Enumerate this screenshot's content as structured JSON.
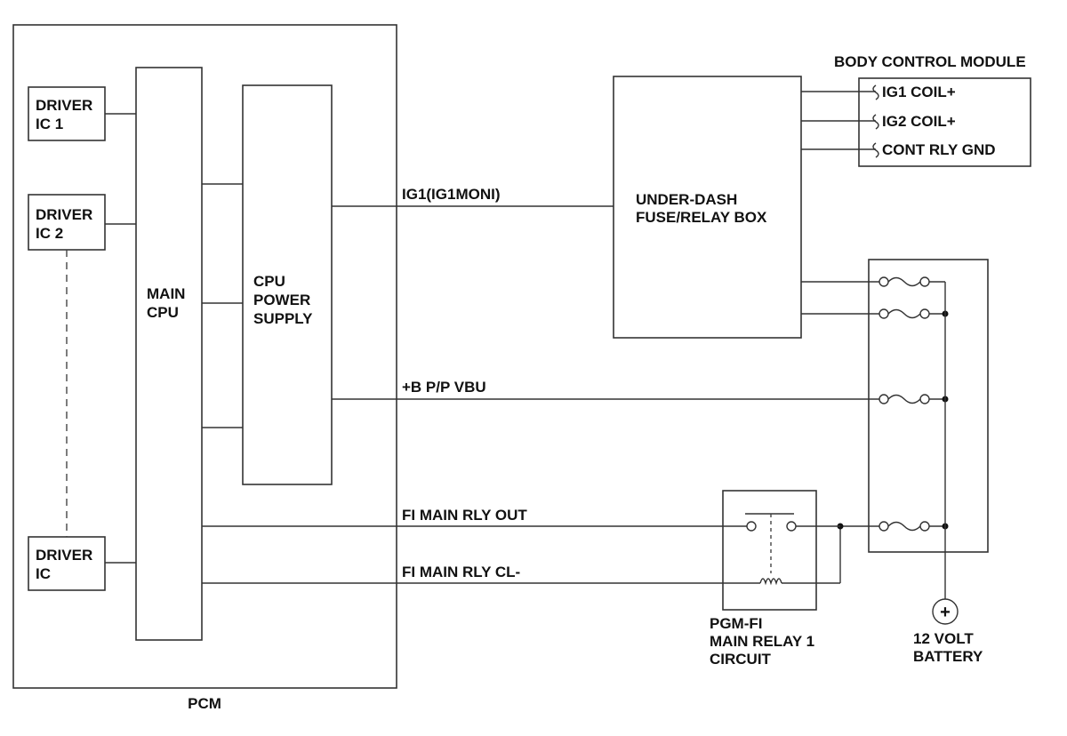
{
  "pcm": {
    "label": "PCM",
    "driver_ic1": [
      "DRIVER",
      "IC 1"
    ],
    "driver_ic2": [
      "DRIVER",
      "IC 2"
    ],
    "driver_ic": [
      "DRIVER",
      "IC"
    ],
    "main_cpu": [
      "MAIN",
      "CPU"
    ],
    "cpu_power_supply": [
      "CPU",
      "POWER",
      "SUPPLY"
    ]
  },
  "signals": {
    "ig1": "IG1(IG1MONI)",
    "b_vbu": "+B P/P VBU",
    "fi_main_rly_out": "FI MAIN RLY OUT",
    "fi_main_rly_cl": "FI MAIN RLY CL-"
  },
  "under_dash_box": [
    "UNDER-DASH",
    "FUSE/RELAY BOX"
  ],
  "body_control_module": {
    "title": "BODY CONTROL MODULE",
    "pins": [
      "IG1 COIL+",
      "IG2 COIL+",
      "CONT RLY GND"
    ]
  },
  "main_relay": [
    "PGM-FI",
    "MAIN RELAY 1",
    "CIRCUIT"
  ],
  "battery": {
    "lines": [
      "12 VOLT",
      "BATTERY"
    ],
    "symbol": "+"
  }
}
